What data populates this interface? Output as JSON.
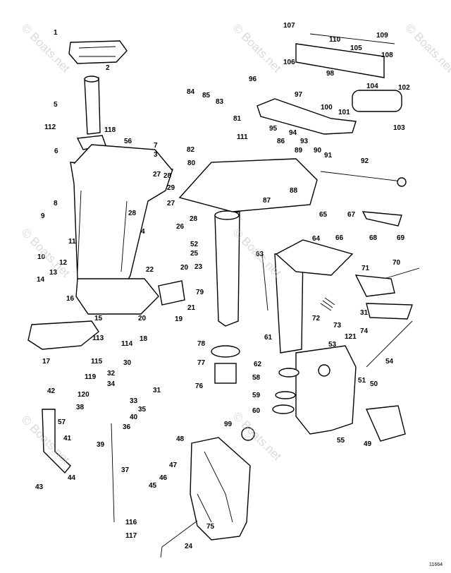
{
  "diagram": {
    "code": "11664",
    "watermark": "© Boats.net",
    "part_labels": [
      "1",
      "2",
      "3",
      "4",
      "5",
      "6",
      "7",
      "8",
      "9",
      "10",
      "11",
      "12",
      "13",
      "14",
      "15",
      "16",
      "17",
      "18",
      "19",
      "20",
      "21",
      "22",
      "23",
      "24",
      "25",
      "26",
      "27",
      "28",
      "29",
      "30",
      "31",
      "32",
      "33",
      "34",
      "35",
      "36",
      "37",
      "38",
      "39",
      "40",
      "41",
      "42",
      "43",
      "44",
      "45",
      "46",
      "47",
      "48",
      "49",
      "50",
      "51",
      "52",
      "53",
      "54",
      "55",
      "56",
      "57",
      "58",
      "59",
      "60",
      "61",
      "62",
      "63",
      "64",
      "65",
      "66",
      "67",
      "68",
      "69",
      "70",
      "71",
      "72",
      "73",
      "74",
      "75",
      "76",
      "77",
      "78",
      "79",
      "80",
      "81",
      "82",
      "83",
      "84",
      "85",
      "86",
      "87",
      "88",
      "89",
      "90",
      "91",
      "92",
      "93",
      "94",
      "95",
      "96",
      "97",
      "98",
      "99",
      "100",
      "101",
      "102",
      "103",
      "104",
      "105",
      "106",
      "107",
      "108",
      "109",
      "110",
      "111",
      "112",
      "113",
      "114",
      "115",
      "116",
      "117",
      "118",
      "119",
      "120",
      "121"
    ]
  }
}
